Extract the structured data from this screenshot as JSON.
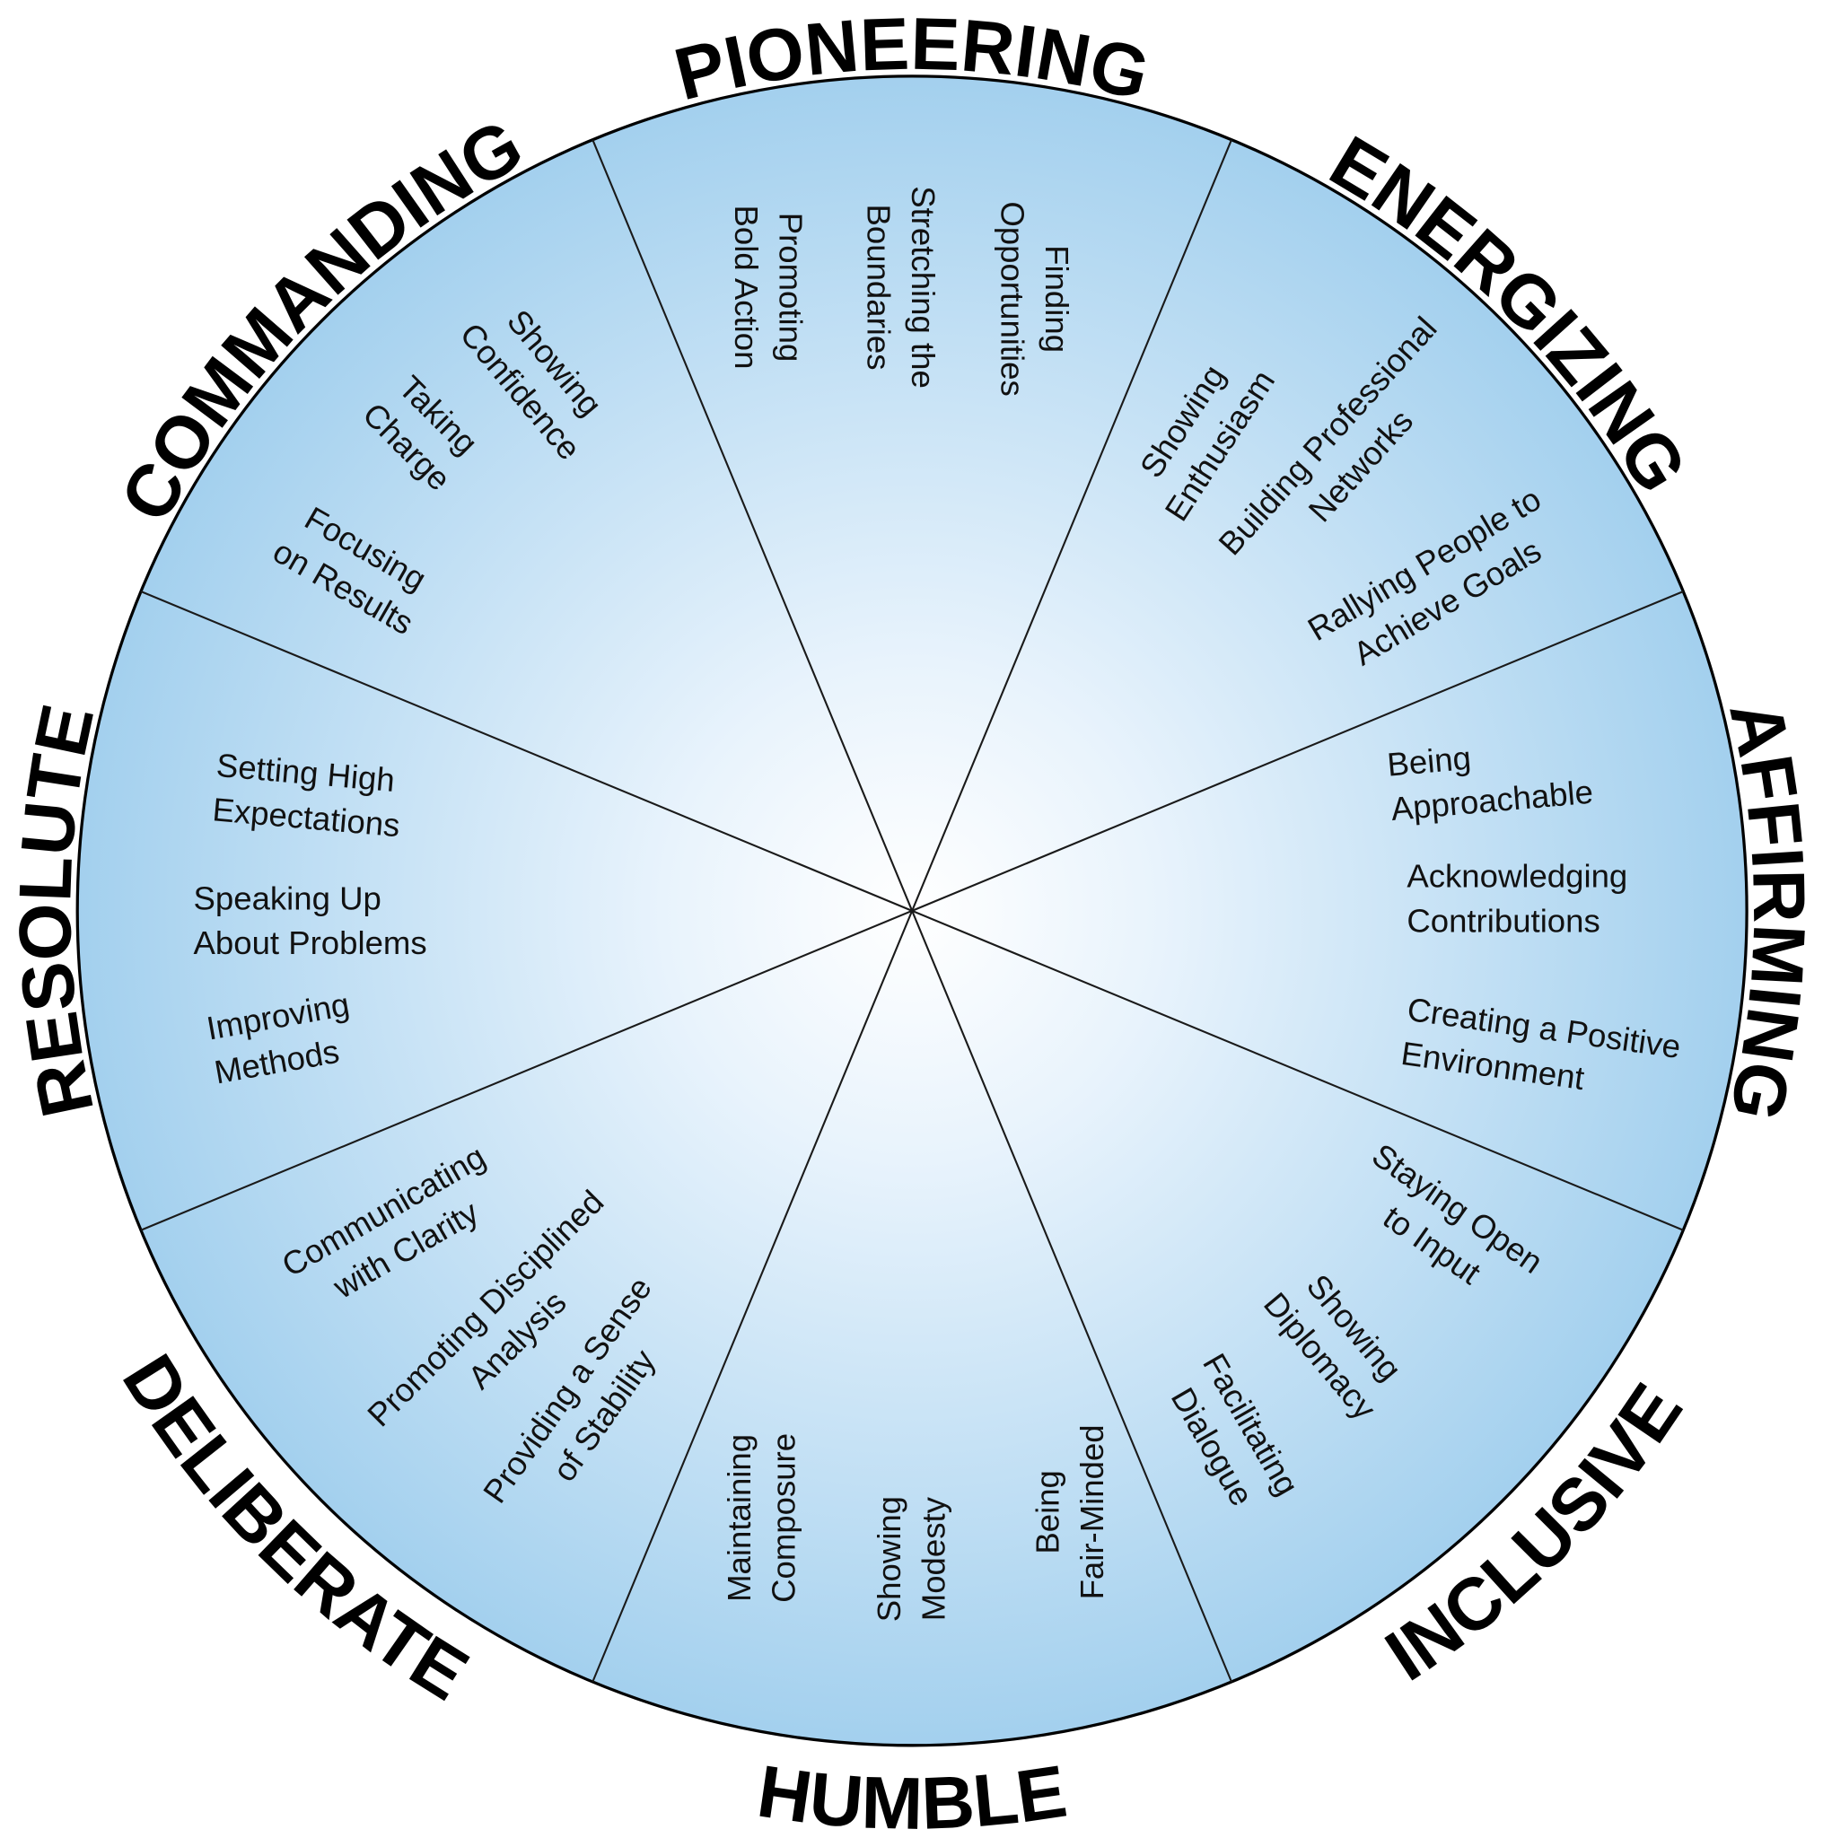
{
  "colors": {
    "edge": "#a3d0ee",
    "center": "#ffffff",
    "line": "#1a1a1a"
  },
  "sectors": [
    {
      "label": "PIONEERING",
      "items": [
        [
          "Finding",
          "Opportunities"
        ],
        [
          "Stretching the",
          "Boundaries"
        ],
        [
          "Promoting",
          "Bold Action"
        ]
      ]
    },
    {
      "label": "ENERGIZING",
      "items": [
        [
          "Showing",
          "Enthusiasm"
        ],
        [
          "Building Professional",
          "Networks"
        ],
        [
          "Rallying People to",
          "Achieve Goals"
        ]
      ]
    },
    {
      "label": "AFFIRMING",
      "items": [
        [
          "Being",
          "Approachable"
        ],
        [
          "Acknowledging",
          "Contributions"
        ],
        [
          "Creating a Positive",
          "Environment"
        ]
      ]
    },
    {
      "label": "INCLUSIVE",
      "items": [
        [
          "Staying Open",
          "to Input"
        ],
        [
          "Showing",
          "Diplomacy"
        ],
        [
          "Facilitating",
          "Dialogue"
        ]
      ]
    },
    {
      "label": "HUMBLE",
      "items": [
        [
          "Maintaining",
          "Composure"
        ],
        [
          "Showing",
          "Modesty"
        ],
        [
          "Being",
          "Fair-Minded"
        ]
      ]
    },
    {
      "label": "DELIBERATE",
      "items": [
        [
          "Communicating",
          "with Clarity"
        ],
        [
          "Promoting Disciplined",
          "Analysis"
        ],
        [
          "Providing a Sense",
          "of Stability"
        ]
      ]
    },
    {
      "label": "RESOLUTE",
      "items": [
        [
          "Setting High",
          "Expectations"
        ],
        [
          "Speaking Up",
          "About Problems"
        ],
        [
          "Improving",
          "Methods"
        ]
      ]
    },
    {
      "label": "COMMANDING",
      "items": [
        [
          "Showing",
          "Confidence"
        ],
        [
          "Taking",
          "Charge"
        ],
        [
          "Focusing",
          "on Results"
        ]
      ]
    }
  ]
}
